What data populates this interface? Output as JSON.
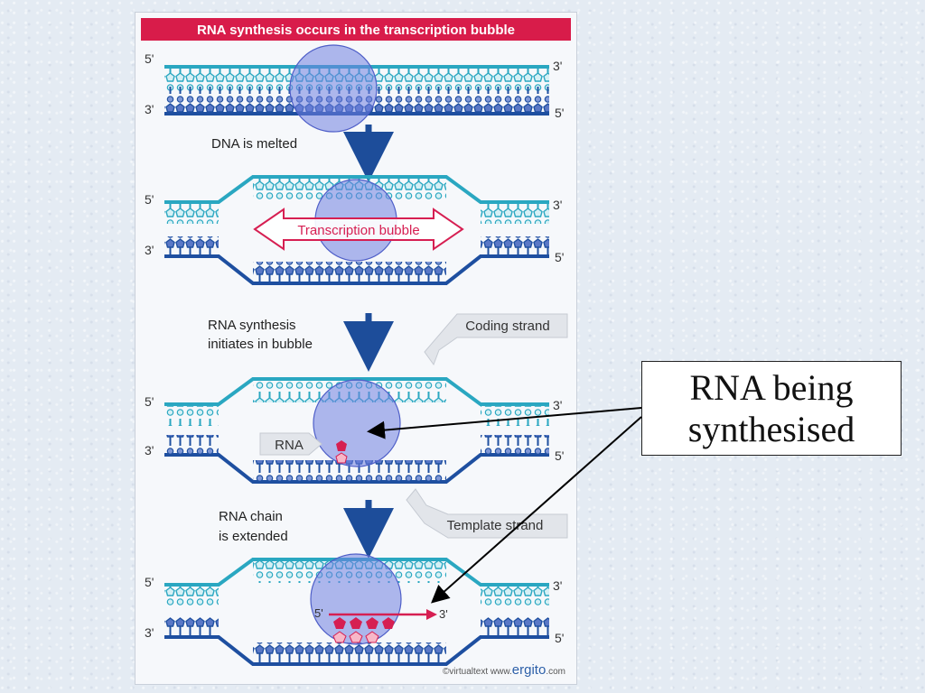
{
  "figure": {
    "title": "RNA synthesis occurs in the transcription bubble",
    "end_labels": {
      "five_prime": "5'",
      "three_prime": "3'"
    },
    "steps": [
      {
        "text_lines": [
          "DNA is melted"
        ]
      },
      {
        "text_lines": [
          "RNA synthesis",
          "initiates in bubble"
        ]
      },
      {
        "text_lines": [
          "RNA chain",
          "is extended"
        ]
      }
    ],
    "bubble_label": "Transcription bubble",
    "coding_strand_label": "Coding strand",
    "template_strand_label": "Template strand",
    "rna_label": "RNA",
    "credit": {
      "prefix": "©virtualtext",
      "site_pre": "www.",
      "site_brand": "ergito",
      "site_post": ".com"
    }
  },
  "callout": {
    "lines": [
      "RNA being",
      "synthesised"
    ]
  },
  "colors": {
    "title_bar": "#d81c4a",
    "coding_strand": "#2aa7c1",
    "template_strand": "#1e4fa0",
    "polymerase": "#6f7fe0",
    "rna": "#d61f52",
    "step_arrow": "#1d4d9a"
  }
}
